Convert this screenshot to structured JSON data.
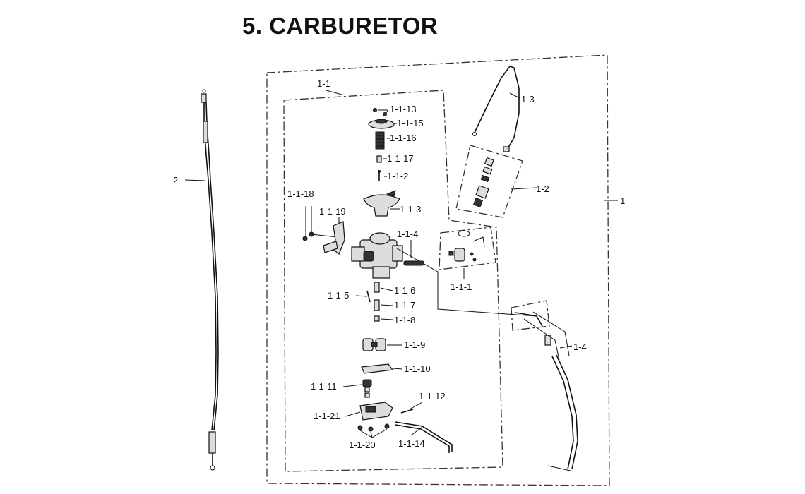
{
  "title": "5. CARBURETOR",
  "labels": {
    "l_1": "1",
    "l_2": "2",
    "l_1_1": "1-1",
    "l_1_2": "1-2",
    "l_1_3": "1-3",
    "l_1_4": "1-4",
    "l_1_1_1": "1-1-1",
    "l_1_1_2": "1-1-2",
    "l_1_1_3": "1-1-3",
    "l_1_1_4": "1-1-4",
    "l_1_1_5": "1-1-5",
    "l_1_1_6": "1-1-6",
    "l_1_1_7": "1-1-7",
    "l_1_1_8": "1-1-8",
    "l_1_1_9": "1-1-9",
    "l_1_1_10": "1-1-10",
    "l_1_1_11": "1-1-11",
    "l_1_1_12": "1-1-12",
    "l_1_1_13": "1-1-13",
    "l_1_1_14": "1-1-14",
    "l_1_1_15": "1-1-15",
    "l_1_1_16": "1-1-16",
    "l_1_1_17": "1-1-17",
    "l_1_1_18": "1-1-18",
    "l_1_1_19": "1-1-19",
    "l_1_1_20": "1-1-20",
    "l_1_1_21": "1-1-21"
  }
}
